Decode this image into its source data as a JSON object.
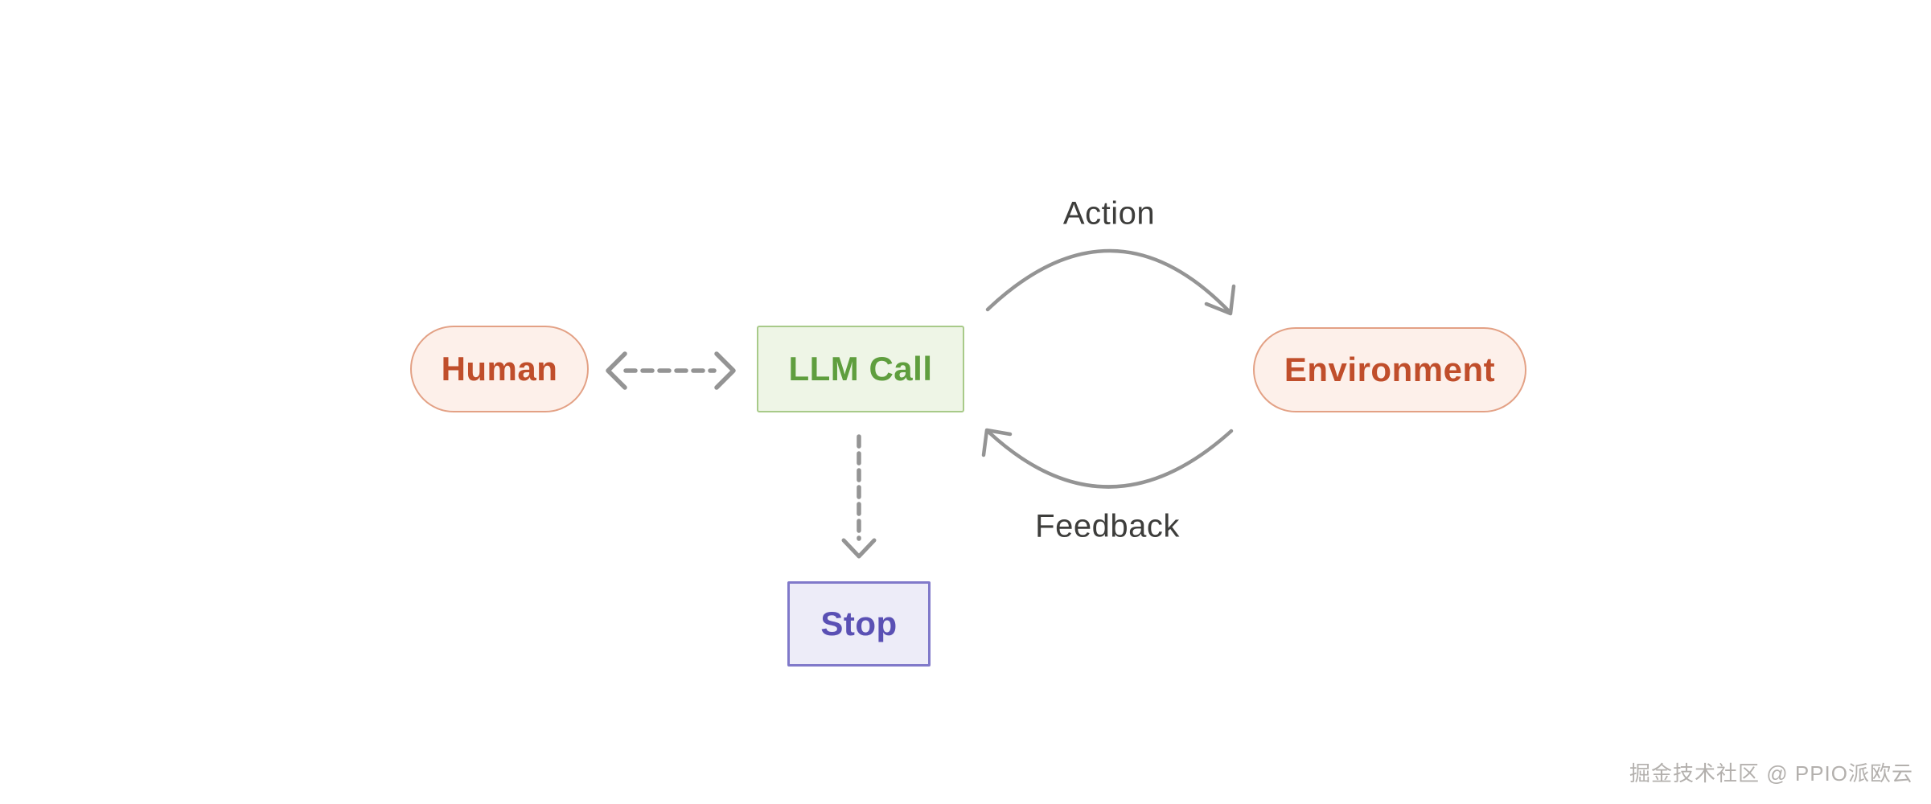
{
  "diagram": {
    "title": "LLM agent loop diagram",
    "nodes": {
      "human": {
        "label": "Human",
        "shape": "pill",
        "text_color": "#c04e2b",
        "bg_color": "#fdf0ea",
        "border_color": "#e3a185"
      },
      "llm_call": {
        "label": "LLM Call",
        "shape": "rect",
        "text_color": "#5f9e3e",
        "bg_color": "#eef5e6",
        "border_color": "#a8ca89"
      },
      "environment": {
        "label": "Environment",
        "shape": "pill",
        "text_color": "#c04e2b",
        "bg_color": "#fdf0ea",
        "border_color": "#e3a185"
      },
      "stop": {
        "label": "Stop",
        "shape": "rect",
        "text_color": "#5a50b4",
        "bg_color": "#edecf8",
        "border_color": "#8079ca"
      }
    },
    "edges": {
      "action": {
        "label": "Action",
        "from": "llm_call",
        "to": "environment",
        "style": "solid curved arrow"
      },
      "feedback": {
        "label": "Feedback",
        "from": "environment",
        "to": "llm_call",
        "style": "solid curved arrow"
      },
      "human_llm": {
        "label": "",
        "from": "human",
        "to": "llm_call",
        "style": "dashed double-headed arrow"
      },
      "llm_to_stop": {
        "label": "",
        "from": "llm_call",
        "to": "stop",
        "style": "dashed arrow"
      }
    },
    "arrow_color": "#949494",
    "edge_label_color": "#3d3d3b",
    "background_color": "#ffffff"
  },
  "watermark": {
    "text": "掘金技术社区 @ PPIO派欧云"
  }
}
